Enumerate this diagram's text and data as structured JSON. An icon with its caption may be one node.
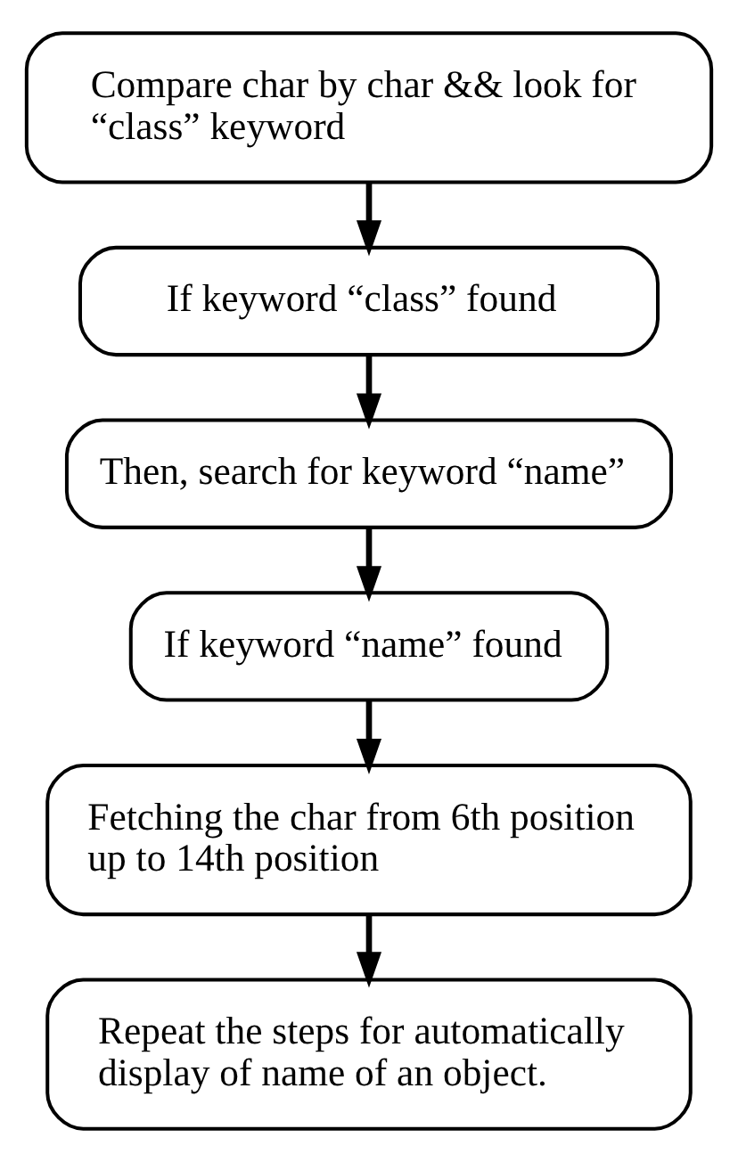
{
  "diagram": {
    "nodes": [
      {
        "text": [
          "Compare char by char && look for “class” keyword"
        ]
      },
      {
        "text": [
          "If keyword “class” found"
        ]
      },
      {
        "text": [
          "Then, search for keyword “name”"
        ]
      },
      {
        "text": [
          "If keyword “name” found"
        ]
      },
      {
        "text": [
          "Fetching the char from 6th position up to 14th position"
        ]
      },
      {
        "text": [
          "Repeat the steps for automatically display of name of an object."
        ]
      }
    ],
    "edges": [
      {
        "from": 0,
        "to": 1,
        "arrow": "to"
      },
      {
        "from": 1,
        "to": 2,
        "arrow": "to"
      },
      {
        "from": 2,
        "to": 3,
        "arrow": "to"
      },
      {
        "from": 3,
        "to": 4,
        "arrow": "to"
      },
      {
        "from": 4,
        "to": 5,
        "arrow": "to"
      }
    ]
  }
}
